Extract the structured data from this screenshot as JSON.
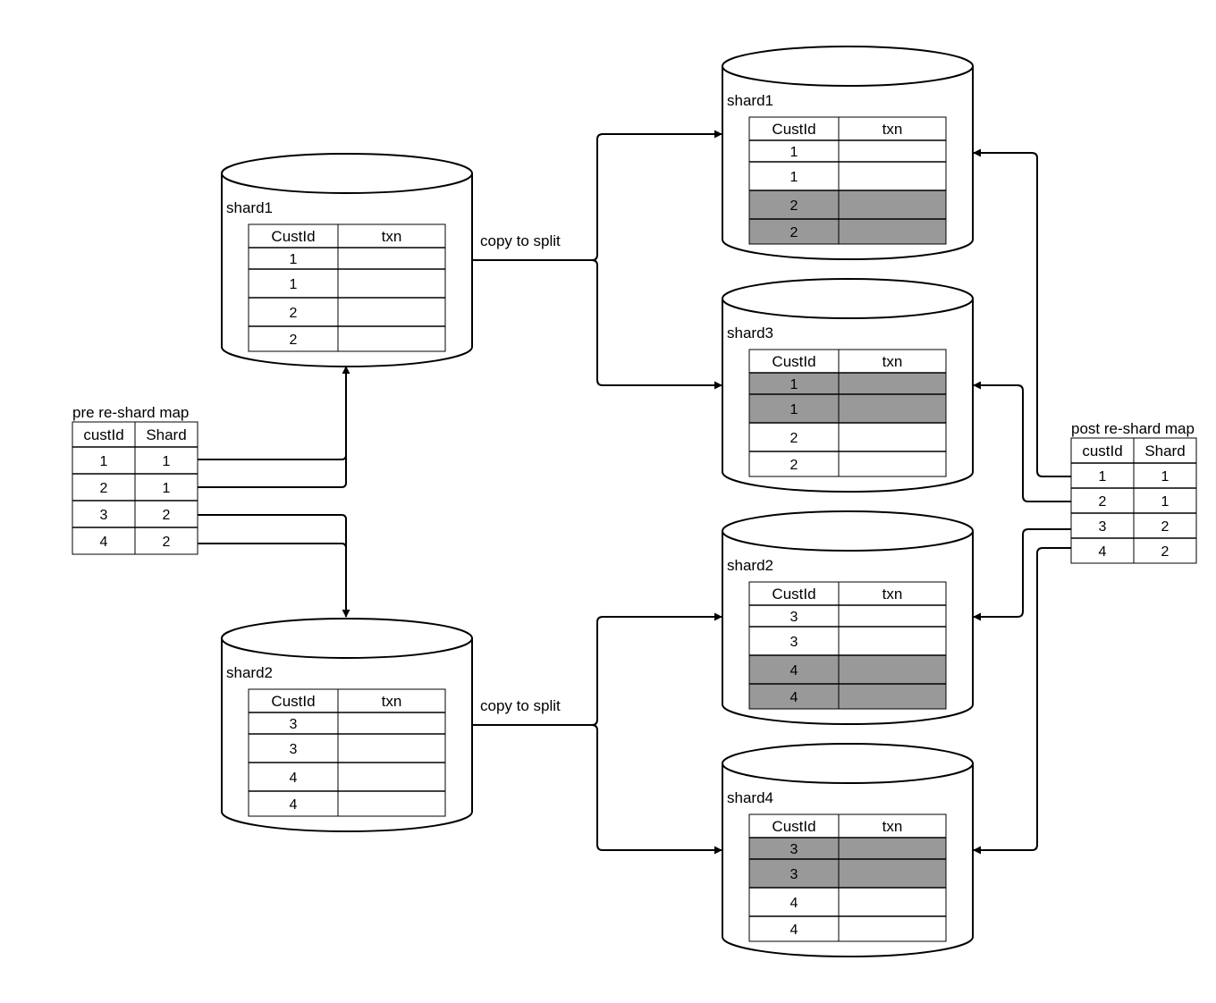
{
  "colors": {
    "shaded_row": "#999999",
    "stroke": "#000000",
    "background": "#ffffff"
  },
  "source_shards": [
    {
      "label": "shard1",
      "headers": [
        "CustId",
        "txn"
      ],
      "rows": [
        {
          "cust": "1",
          "shaded": false
        },
        {
          "cust": "1",
          "shaded": false
        },
        {
          "cust": "2",
          "shaded": false
        },
        {
          "cust": "2",
          "shaded": false
        }
      ]
    },
    {
      "label": "shard2",
      "headers": [
        "CustId",
        "txn"
      ],
      "rows": [
        {
          "cust": "3",
          "shaded": false
        },
        {
          "cust": "3",
          "shaded": false
        },
        {
          "cust": "4",
          "shaded": false
        },
        {
          "cust": "4",
          "shaded": false
        }
      ]
    }
  ],
  "target_shards": [
    {
      "label": "shard1",
      "headers": [
        "CustId",
        "txn"
      ],
      "rows": [
        {
          "cust": "1",
          "shaded": false
        },
        {
          "cust": "1",
          "shaded": false
        },
        {
          "cust": "2",
          "shaded": true
        },
        {
          "cust": "2",
          "shaded": true
        }
      ]
    },
    {
      "label": "shard3",
      "headers": [
        "CustId",
        "txn"
      ],
      "rows": [
        {
          "cust": "1",
          "shaded": true
        },
        {
          "cust": "1",
          "shaded": true
        },
        {
          "cust": "2",
          "shaded": false
        },
        {
          "cust": "2",
          "shaded": false
        }
      ]
    },
    {
      "label": "shard2",
      "headers": [
        "CustId",
        "txn"
      ],
      "rows": [
        {
          "cust": "3",
          "shaded": false
        },
        {
          "cust": "3",
          "shaded": false
        },
        {
          "cust": "4",
          "shaded": true
        },
        {
          "cust": "4",
          "shaded": true
        }
      ]
    },
    {
      "label": "shard4",
      "headers": [
        "CustId",
        "txn"
      ],
      "rows": [
        {
          "cust": "3",
          "shaded": true
        },
        {
          "cust": "3",
          "shaded": true
        },
        {
          "cust": "4",
          "shaded": false
        },
        {
          "cust": "4",
          "shaded": false
        }
      ]
    }
  ],
  "copy_labels": [
    "copy to split",
    "copy to split"
  ],
  "pre_map": {
    "title": "pre re-shard map",
    "headers": [
      "custId",
      "Shard"
    ],
    "rows": [
      [
        "1",
        "1"
      ],
      [
        "2",
        "1"
      ],
      [
        "3",
        "2"
      ],
      [
        "4",
        "2"
      ]
    ]
  },
  "post_map": {
    "title": "post re-shard map",
    "headers": [
      "custId",
      "Shard"
    ],
    "rows": [
      [
        "1",
        "1"
      ],
      [
        "2",
        "1"
      ],
      [
        "3",
        "2"
      ],
      [
        "4",
        "2"
      ]
    ]
  }
}
